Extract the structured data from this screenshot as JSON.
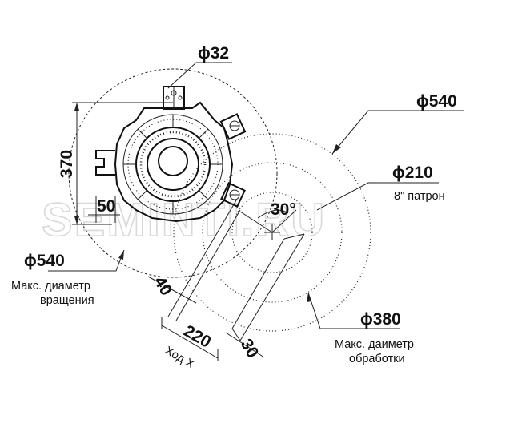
{
  "labels": {
    "d32": "ϕ32",
    "d540_top": "ϕ540",
    "d210": "ϕ210",
    "chuck": "8\" патрон",
    "d370": "370",
    "d50": "50",
    "angle30": "30°",
    "d540_left": "ϕ540",
    "max_rot_line1": "Макс. диаметр",
    "max_rot_line2": "вращения",
    "d40": "40",
    "d220": "220",
    "d30": "30",
    "stroke_x": "Ход X",
    "d380": "ϕ380",
    "max_work_line1": "Макс. даиметр",
    "max_work_line2": "обработки"
  },
  "watermark": "SEMINTI.RU"
}
